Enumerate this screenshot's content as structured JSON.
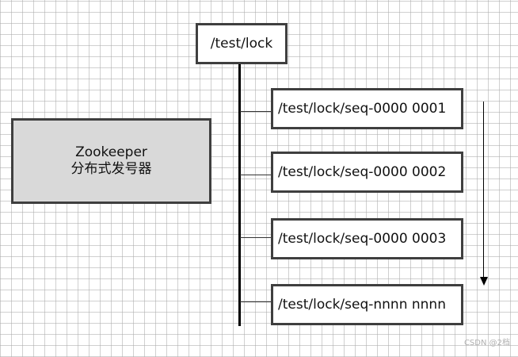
{
  "root_node": {
    "label": "/test/lock"
  },
  "zookeeper_box": {
    "line1": "Zookeeper",
    "line2": "分布式发号器"
  },
  "sequence_nodes": [
    {
      "label": "/test/lock/seq-0000 0001"
    },
    {
      "label": "/test/lock/seq-0000 0002"
    },
    {
      "label": "/test/lock/seq-0000 0003"
    },
    {
      "label": "/test/lock/seq-nnnn nnnn"
    }
  ],
  "watermark": "CSDN @2档"
}
